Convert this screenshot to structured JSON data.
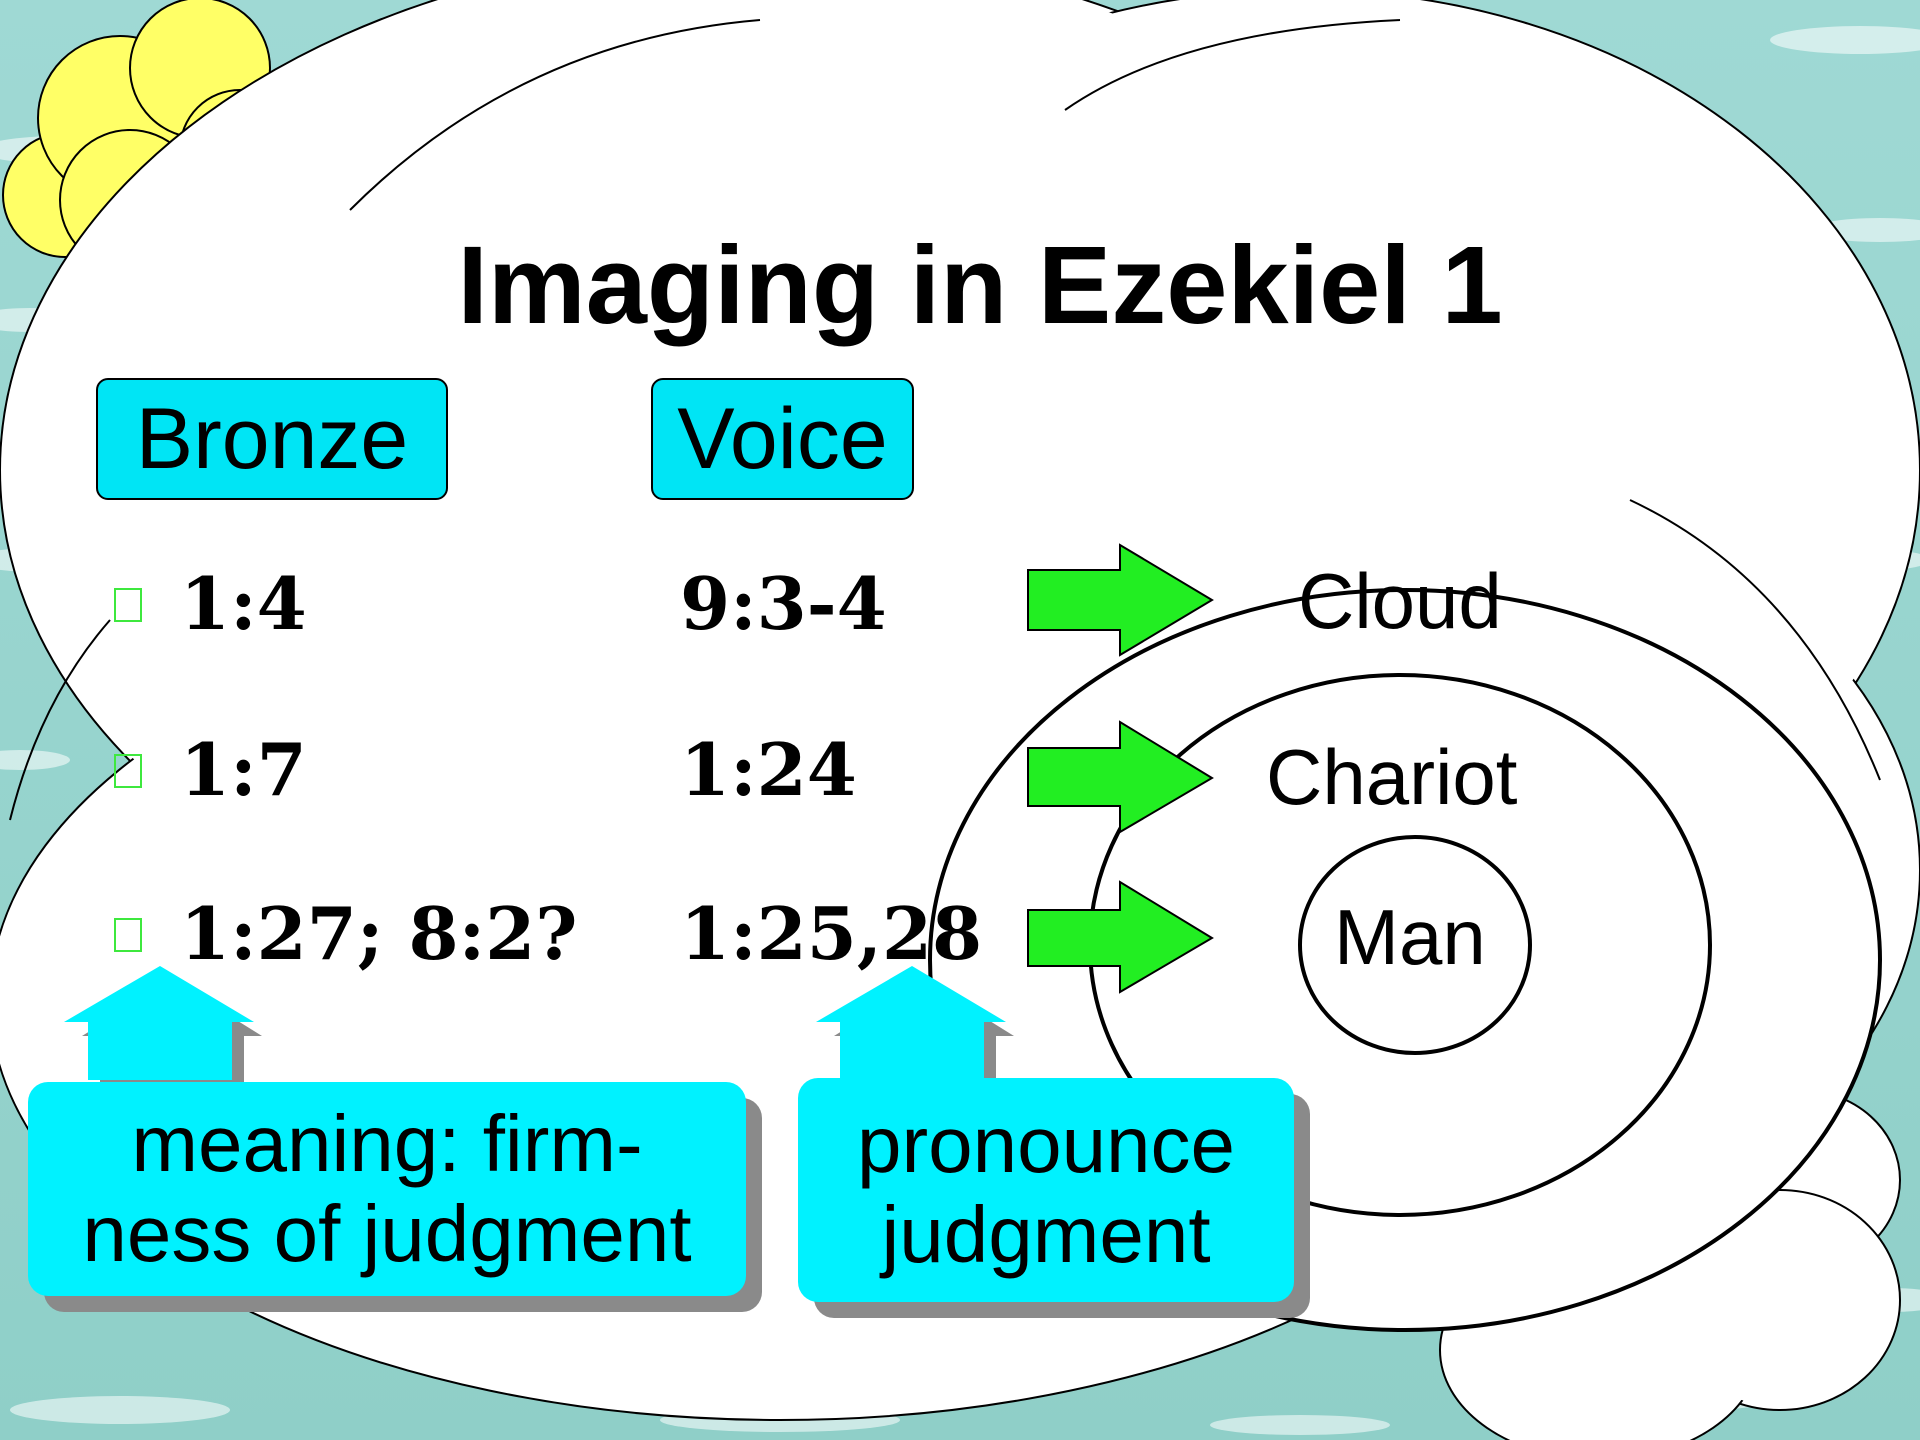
{
  "slide": {
    "title": "Imaging in Ezekiel 1",
    "headers": {
      "bronze": "Bronze",
      "voice": "Voice"
    },
    "rows": [
      {
        "bronze_ref": "1:4",
        "voice_ref": "9:3-4",
        "target": "Cloud"
      },
      {
        "bronze_ref": "1:7",
        "voice_ref": "1:24",
        "target": "Chariot"
      },
      {
        "bronze_ref": "1:27; 8:2?",
        "voice_ref": "1:25,28",
        "target": "Man"
      }
    ],
    "callouts": {
      "bronze_line1": "meaning: firm-",
      "bronze_line2": "ness of judgment",
      "voice_line1": "pronounce",
      "voice_line2": "judgment"
    }
  },
  "colors": {
    "cyan": "#00e5f5",
    "green_arrow": "#22ee22",
    "sun_yellow": "#ffff66",
    "sky": "#9ed8d2"
  }
}
